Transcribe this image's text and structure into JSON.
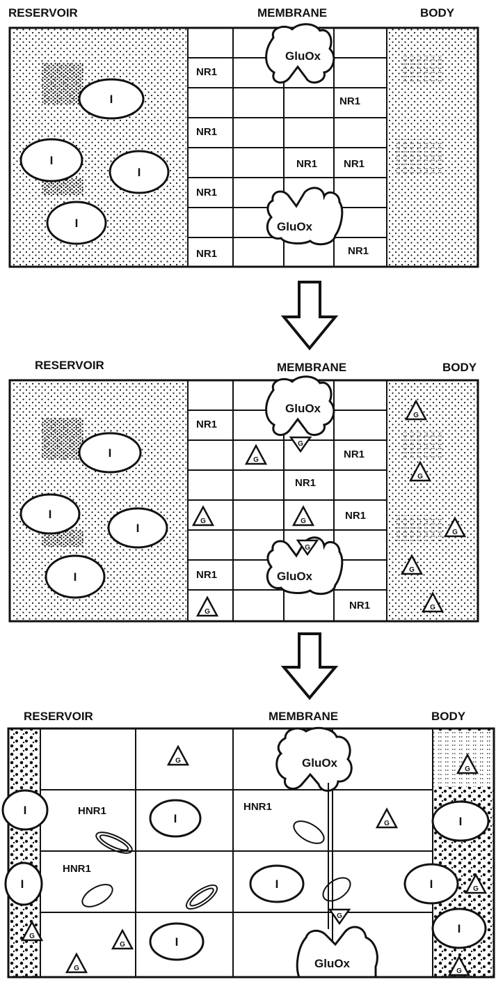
{
  "colors": {
    "ink": "#111111",
    "paper": "#ffffff"
  },
  "panels": [
    {
      "reservoir_label": "RESERVOIR",
      "membrane_label": "MEMBRANE",
      "body_label": "BODY",
      "enzyme_label": "GluOx",
      "receptor_label": "NR1",
      "inhibitor_label": "I"
    },
    {
      "reservoir_label": "RESERVOIR",
      "membrane_label": "MEMBRANE",
      "body_label": "BODY",
      "enzyme_label": "GluOx",
      "receptor_label": "NR1",
      "inhibitor_label": "I",
      "glutamate_label": "G"
    },
    {
      "reservoir_label": "RESERVOIR",
      "membrane_label": "MEMBRANE",
      "body_label": "BODY",
      "enzyme_label": "GluOx",
      "hydrogel_label": "HNR1",
      "inhibitor_label": "I",
      "glutamate_label": "G"
    }
  ],
  "arrows": [
    "down-arrow",
    "down-arrow"
  ]
}
